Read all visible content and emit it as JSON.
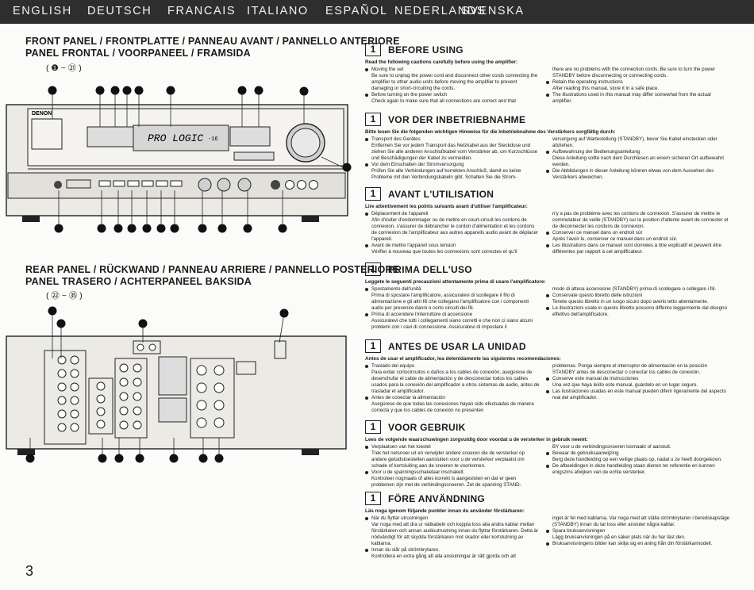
{
  "languages": [
    "ENGLISH",
    "DEUTSCH",
    "FRANCAIS",
    "ITALIANO",
    "ESPAÑOL",
    "NEDERLANDS",
    "SVENSKA"
  ],
  "front": {
    "title1": "FRONT PANEL / FRONTPLATTE / PANNEAU AVANT / PANNELLO ANTERIORE",
    "title2": "PANEL FRONTAL / VOORPANEEL / FRAMSIDA",
    "range": "( ❶ ~ ㉑ )"
  },
  "rear": {
    "title1": "REAR PANEL / RÜCKWAND / PANNEAU ARRIERE / PANNELLO POSTERIORE",
    "title2": "PANEL TRASERO / ACHTERPANEEL BAKSIDA",
    "range": "( ㉒ ~ ㉟ )"
  },
  "receiver": {
    "brand": "DENON",
    "display": "PRO LOGIC",
    "display_vol": "-16"
  },
  "sections": [
    {
      "num": "1",
      "title": "BEFORE USING",
      "lead": "Read the following cautions carefully before using the amplifier:",
      "left": [
        {
          "h": "Moving the set",
          "t": "Be sure to unplug the power cord and disconnect other cords connecting the amplifier to other audio units before moving the amplifier to prevent damaging or short-circuiting the cords."
        },
        {
          "h": "Before turning on the power switch",
          "t": "Check again to make sure that all connections are correct and that"
        }
      ],
      "right": [
        {
          "h": "",
          "t": "there are no problems with the connection cords. Be sure to turn the power STANDBY before disconnecting or connecting cords."
        },
        {
          "h": "Retain the operating instructions",
          "t": "After reading this manual, store it in a safe place."
        },
        {
          "h": "The illustrations used in this manual may differ somewhat from the actual amplifier.",
          "t": ""
        }
      ]
    },
    {
      "num": "1",
      "title": "VOR DER INBETRIEBNAHME",
      "lead": "Bitte lesen Sie die folgenden wichtigen Hinweise für die Inbetriebnahme des Verstärkers sorgfältig durch:",
      "left": [
        {
          "h": "Transport des Gerätes",
          "t": "Entfernen Sie vor jedem Transport das Netzkabel aus der Steckdose und ziehen Sie alle anderen Anschlußkabel vom Verstärker ab, um Kurzschlüsse und Beschädigungen der Kabel zu vermeiden."
        },
        {
          "h": "Vor dem Einschalten der Stromversorgung",
          "t": "Prüfen Sie alle Verbindungen auf korrekten Anschluß, damit es keine Probleme mit den Verbindungskabeln gibt. Schalten Sie die Strom-"
        }
      ],
      "right": [
        {
          "h": "",
          "t": "versorgung auf Wartestellung (STANDBY), bevor Sie Kabel einstecken oder abziehen."
        },
        {
          "h": "Aufbewahrung der Bedienungsanleitung",
          "t": "Diese Anleitung sollte nach dem Durchlesen an einem sicheren Ort aufbewahrt werden."
        },
        {
          "h": "Die Abbildungen in dieser Anleitung können etwas von dem Aussehen des Verstärkers abweichen.",
          "t": ""
        }
      ]
    },
    {
      "num": "1",
      "title": "AVANT L'UTILISATION",
      "lead": "Lire attentivement les points suivants avant d'utiliser l'amplificateur:",
      "left": [
        {
          "h": "Déplacement de l'appareil",
          "t": "Afin d'éviter d'endommager ou de mettre en court-circuit les cordons de connexion, s'assurer de débrancher le cordon d'alimentation et les cordons de connexion de l'amplificateur aux autres appareils audio avant de déplacer l'appareil."
        },
        {
          "h": "Avant de mettre l'appareil sous tension",
          "t": "Vérifier à nouveau que toutes les connexions sont correctes et qu'il"
        }
      ],
      "right": [
        {
          "h": "",
          "t": "n'y a pas de problème avec les cordons de connexion. S'assurer de mettre le commutateur de veille (STANDBY) sur la position d'attente avant de connecter et de déconnecter les cordons de connexion."
        },
        {
          "h": "Conserver ce manuel dans un endroit sûr",
          "t": "Après l'avoir lu, conserver ce manuel dans un endroit sûr."
        },
        {
          "h": "Les illustrations dans ce manuel sont données à titre explicatif et peuvent être différentes par rapport à cet amplificateur.",
          "t": ""
        }
      ]
    },
    {
      "num": "1",
      "title": "PRIMA DELL'USO",
      "lead": "Leggete le seguenti precauzioni attentamente prima di usare l'amplificatore:",
      "left": [
        {
          "h": "Spostamento dell'unità",
          "t": "Prima di spostare l'amplificatore, assicuratevi di scollegare il filo di alimentazione e gli altri fili che collegano l'amplificatore con i componenti audio per prevenire danni o corto circuiti dei fili."
        },
        {
          "h": "Prima di accendere l'interruttore di accensione",
          "t": "Assicuratevi che tutti i collegamenti siano corretti e che non ci siano alcuni problemi con i cavi di connessione. Assicuratevi di impostare il"
        }
      ],
      "right": [
        {
          "h": "",
          "t": "modo di attesa accensione (STANDBY) prima di scollegare o collegare i fili."
        },
        {
          "h": "Conservate questo libretto delle istruzioni",
          "t": "Tenete questo libretto in un luogo sicuro dopo averlo letto attentamente."
        },
        {
          "h": "Le illustrazioni usate in questo libretto possono differire leggermente dal disegno effettivo dell'amplificatore.",
          "t": ""
        }
      ]
    },
    {
      "num": "1",
      "title": "ANTES DE USAR LA UNIDAD",
      "lead": "Antes de usar el amplificador, lea detenidamente las siguientes recomendaciones:",
      "left": [
        {
          "h": "Traslado del equipo",
          "t": "Para evitar cortocircuitos o daños a los cables de conexión, asegúrese de desenchufar el cable de alimentación y de desconectar todos los cables usados para la conexión del amplificador a otros sistemas de audio, antes de trasladar el amplificador."
        },
        {
          "h": "Antes de conectar la alimentación",
          "t": "Asegúrese de que todas las conexiones hayan sido efectuadas de manera correcta y que los cables de conexión no presenten"
        }
      ],
      "right": [
        {
          "h": "",
          "t": "problemas. Ponga siempre el interruptor de alimentación en la posición STANDBY antes de desconectar o conectar los cables de conexión."
        },
        {
          "h": "Conserve este manual de instrucciones",
          "t": "Una vez que haya leído este manual, guárdelo en un lugar seguro."
        },
        {
          "h": "Las ilustraciones usadas en este manual pueden diferir ligeramente del aspecto real del amplificador.",
          "t": ""
        }
      ]
    },
    {
      "num": "1",
      "title": "VOOR GEBRUIK",
      "lead": "Lees de volgende waarschuwingen zorgvuldig door voordat u de versterker in gebruik neemt:",
      "left": [
        {
          "h": "Verplaatsen van het toestel",
          "t": "Trek het netsnoer uit en verwijder andere snoeren die de versterker op andere geluidstoestellen aansluiten voor u de versterker verplaatst om schade of kortsluiting aan de snoeren te voorkomen."
        },
        {
          "h": "Voor u de spanningsschakelaar inschakelt.",
          "t": "Kontroleer nogmaals of alles korrekt is aangesloten en dat er geen problemen zijn met de verbindingssnoeren. Zet de spanning STAND-"
        }
      ],
      "right": [
        {
          "h": "",
          "t": "BY voor u de verbindingssnoeren losmaakt of aansluit."
        },
        {
          "h": "Bewaar de gebruiksaanwijzing",
          "t": "Berg deze handleiding op een veilige plaats op, nadat u ze heeft doorgelezen."
        },
        {
          "h": "De afbeeldingen in deze handleiding staan dienen ter referentie en kunnen enigszins afwijken van de echte versterker.",
          "t": ""
        }
      ]
    },
    {
      "num": "1",
      "title": "FÖRE ANVÄNDNING",
      "lead": "Läs noga igenom följande punkter innan du använder förstärkaren:",
      "left": [
        {
          "h": "När du flyttar utrustningen",
          "t": "Var noga med att dra ur nätkabeln och koppla loss alla andra kablar mellan förstärkaren och annan audioutrustning innan du flyttar förstärkaren. Detta är nödvändigt för att skydda förstärkaren mot skador eller kortslutning av kablarna."
        },
        {
          "h": "Innan du slår på strömbrytaren.",
          "t": "Kontrollera en extra gång att alla anslutningar är rätt gjorda och att"
        }
      ],
      "right": [
        {
          "h": "",
          "t": "inget är fel med kablarna. Var noga med att ställa strömbrytaren i beredskapsläge (STANDBY) innan du tar loss eller ansluter några kablar."
        },
        {
          "h": "Spara bruksanvisningen",
          "t": "Lägg bruksanvisningen på en säker plats när du har läst den."
        },
        {
          "h": "Bruksanvisningens bilder kan skilja sig en aning från din förstärkarmodell.",
          "t": ""
        }
      ]
    }
  ],
  "page": "3"
}
